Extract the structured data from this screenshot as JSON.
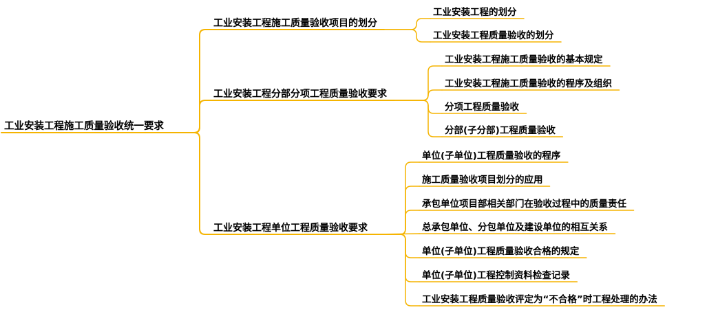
{
  "mindmap": {
    "root": {
      "label": "工业安装工程施工质量验收统一要求"
    },
    "line_color": "#F5B400",
    "branches": [
      {
        "label": "工业安装工程施工质量验收项目的划分",
        "children": [
          "工业安装工程的划分",
          "工业安装工程质量验收的划分"
        ]
      },
      {
        "label": "工业安装工程分部分项工程质量验收要求",
        "children": [
          "工业安装工程施工质量验收的基本规定",
          "工业安装工程施工质量验收的程序及组织",
          "分项工程质量验收",
          "分部(子分部)工程质量验收"
        ]
      },
      {
        "label": "工业安装工程单位工程质量验收要求",
        "children": [
          "单位(子单位)工程质量验收的程序",
          "施工质量验收项目划分的应用",
          "承包单位项目部相关部门在验收过程中的质量责任",
          "总承包单位、分包单位及建设单位的相互关系",
          "单位(子单位)工程质量验收合格的规定",
          "单位(子单位)工程控制资料检查记录",
          "工业安装工程质量验收评定为“不合格”时工程处理的办法"
        ]
      }
    ]
  }
}
